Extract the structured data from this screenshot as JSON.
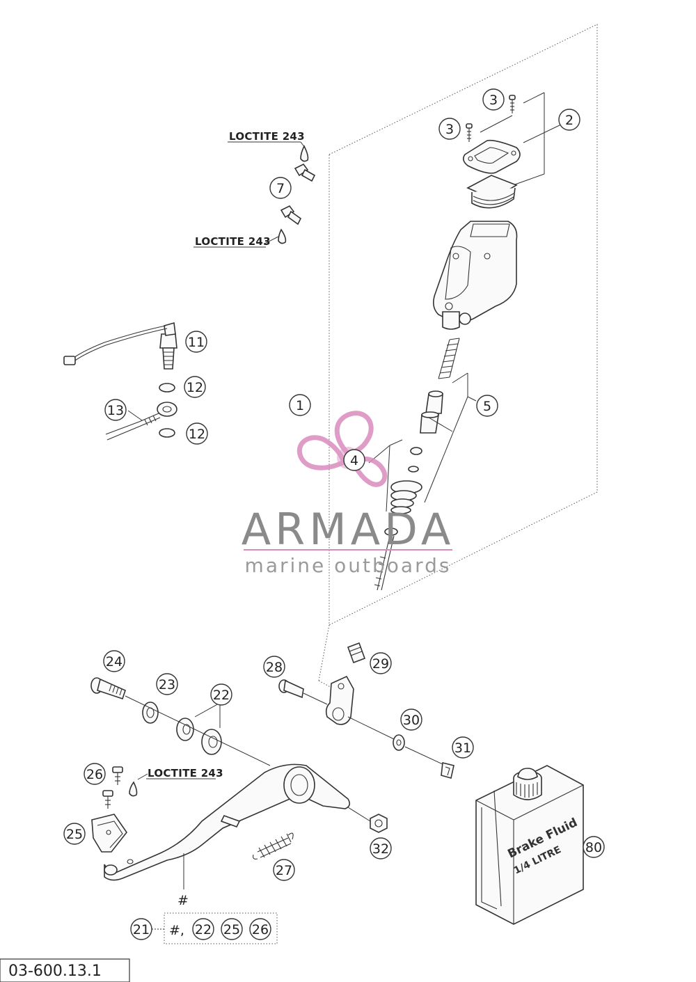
{
  "callouts": [
    {
      "id": "c1",
      "label": "1"
    },
    {
      "id": "c2",
      "label": "2"
    },
    {
      "id": "c3a",
      "label": "3"
    },
    {
      "id": "c3b",
      "label": "3"
    },
    {
      "id": "c4",
      "label": "4"
    },
    {
      "id": "c5",
      "label": "5"
    },
    {
      "id": "c7",
      "label": "7"
    },
    {
      "id": "c11",
      "label": "11"
    },
    {
      "id": "c12a",
      "label": "12"
    },
    {
      "id": "c12b",
      "label": "12"
    },
    {
      "id": "c13",
      "label": "13"
    },
    {
      "id": "c21",
      "label": "21"
    },
    {
      "id": "c22",
      "label": "22"
    },
    {
      "id": "c23",
      "label": "23"
    },
    {
      "id": "c24",
      "label": "24"
    },
    {
      "id": "c25",
      "label": "25"
    },
    {
      "id": "c26",
      "label": "26"
    },
    {
      "id": "c27",
      "label": "27"
    },
    {
      "id": "c28",
      "label": "28"
    },
    {
      "id": "c29",
      "label": "29"
    },
    {
      "id": "c30",
      "label": "30"
    },
    {
      "id": "c31",
      "label": "31"
    },
    {
      "id": "c32",
      "label": "32"
    },
    {
      "id": "c80",
      "label": "80"
    },
    {
      "id": "k22",
      "label": "22"
    },
    {
      "id": "k25",
      "label": "25"
    },
    {
      "id": "k26",
      "label": "26"
    }
  ],
  "notes": {
    "loctite_top": "LOCTITE 243",
    "loctite_mid": "LOCTITE 243",
    "loctite_bottom": "LOCTITE 243",
    "hash_mark": "#",
    "kit_hash": "#,"
  },
  "bottle": {
    "line1": "Brake Fluid",
    "line2": "1/4 LITRE"
  },
  "watermark": {
    "brand": "ARMADA",
    "tagline": "marine outboards",
    "logo_color": "#d98bbd"
  },
  "drawing_code": "03-600.13.1"
}
